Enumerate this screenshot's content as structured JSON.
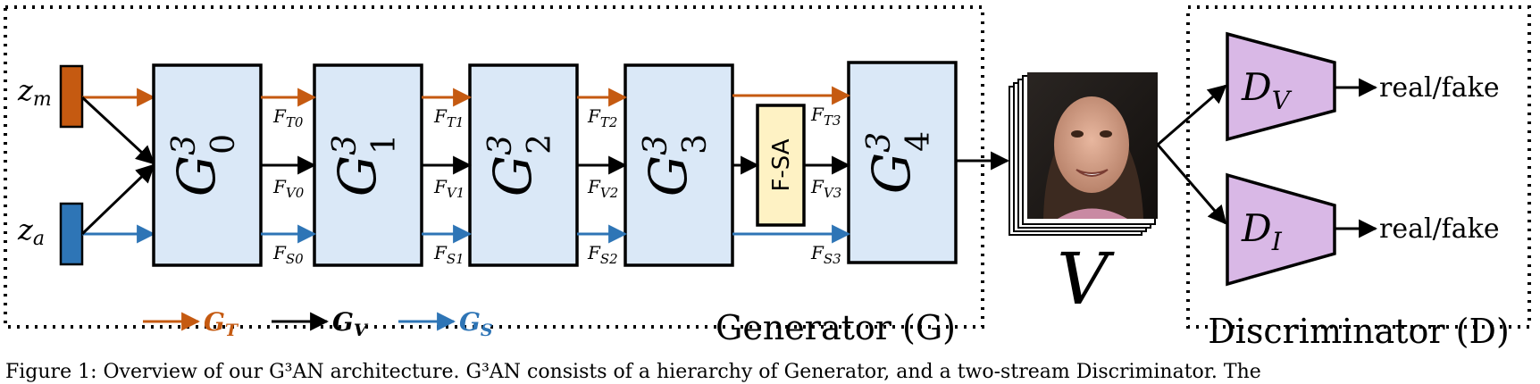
{
  "generator": {
    "title": "Generator (G)",
    "inputs": [
      {
        "name": "z",
        "sub": "m",
        "color": "#c55a11"
      },
      {
        "name": "z",
        "sub": "a",
        "color": "#2e75b6"
      }
    ],
    "blocks": [
      {
        "base": "G",
        "sup": "3",
        "sub": "0"
      },
      {
        "base": "G",
        "sup": "3",
        "sub": "1"
      },
      {
        "base": "G",
        "sup": "3",
        "sub": "2"
      },
      {
        "base": "G",
        "sup": "3",
        "sub": "3"
      },
      {
        "base": "G",
        "sup": "3",
        "sub": "4"
      }
    ],
    "fsa_label": "F-SA",
    "feature_labels": {
      "T": [
        "T0",
        "T1",
        "T2",
        "T3"
      ],
      "V": [
        "V0",
        "V1",
        "V2",
        "V3"
      ],
      "S": [
        "S0",
        "S1",
        "S2",
        "S3"
      ]
    },
    "legend": [
      {
        "base": "G",
        "sub": "T",
        "color": "#c55a11"
      },
      {
        "base": "G",
        "sub": "V",
        "color": "#000000"
      },
      {
        "base": "G",
        "sub": "S",
        "color": "#2e75b6"
      }
    ]
  },
  "video_label": "V",
  "discriminator": {
    "title": "Discriminator (D)",
    "blocks": [
      {
        "base": "D",
        "sub": "V",
        "output": "real/fake"
      },
      {
        "base": "D",
        "sub": "I",
        "output": "real/fake"
      }
    ]
  },
  "colors": {
    "block_fill": "#dae8f7",
    "fsa_fill": "#fef2c4",
    "disc_fill": "#d9b8e6",
    "orange": "#c55a11",
    "blue": "#2e75b6"
  },
  "caption": "Figure 1: Overview of our G³AN architecture. G³AN consists of a hierarchy of Generator, and a two-stream Discriminator. The"
}
